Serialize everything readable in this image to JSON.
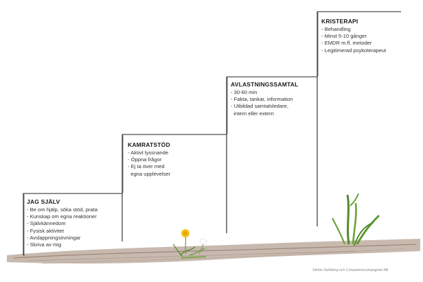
{
  "steps": [
    {
      "title": "JAG SJÄLV",
      "items": [
        "- Be om hjälp, söka stöd, prata",
        "- Kunskap om egna reaktioner",
        "- Självkännedom",
        "- Fysisk aktivitet",
        "- Avslappningsövningar",
        "- Skriva av mig"
      ]
    },
    {
      "title": "KAMRATSTÖD",
      "items": [
        "- Aktivt lyssnande",
        "- Öppna frågor",
        "- Ej ta över med",
        "  egna upplevelser"
      ]
    },
    {
      "title": "AVLASTNINGSSAMTAL",
      "items": [
        "- 30-60 min",
        "- Fakta, tankar, information",
        "- Utbildad samtalsledare,",
        "  intern eller extern"
      ]
    },
    {
      "title": "KRISTERAPI",
      "items": [
        "- Behandling",
        "- Minst 5-10 gånger",
        "- EMDR m.fl. metoder",
        "- Legitimerad psykoterapeut"
      ]
    }
  ],
  "credit": "Stefan Dahlberg och Competenscompagniet AB",
  "colors": {
    "ink": "#222222",
    "ground": "#8a7060",
    "grass": "#6aa23a",
    "flower": "#f2c21a"
  }
}
